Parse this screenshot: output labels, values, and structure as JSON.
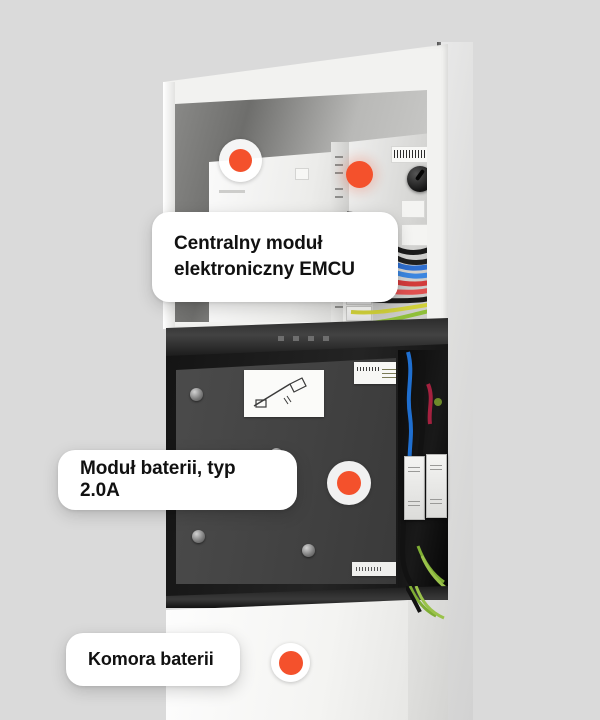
{
  "scene": {
    "background_color": "#dadada",
    "accent_color": "#f4512c",
    "pill_background": "#ffffff",
    "pill_text_color": "#111111"
  },
  "product": {
    "type": "battery-storage-cabinet",
    "sections": [
      {
        "name": "top-compartment",
        "description": "electronics cabinet"
      },
      {
        "name": "middle-compartment",
        "description": "battery module"
      },
      {
        "name": "bottom-compartment",
        "description": "battery chamber"
      }
    ]
  },
  "callouts": [
    {
      "id": "emcu",
      "line1": "Centralny moduł",
      "line2": "elektroniczny EMCU",
      "icon": "hotspot-icon"
    },
    {
      "id": "battery-module",
      "line1": "Moduł baterii, typ 2.0A",
      "icon": "hotspot-icon"
    },
    {
      "id": "battery-chamber",
      "line1": "Komora baterii",
      "icon": "hotspot-icon"
    }
  ],
  "hotspots": [
    {
      "id": "hotspot-emcu-panel",
      "style": "ringed"
    },
    {
      "id": "hotspot-emcu-wiring",
      "style": "plain"
    },
    {
      "id": "hotspot-battery-module",
      "style": "ringed"
    },
    {
      "id": "hotspot-battery-chamber",
      "style": "ringed"
    }
  ]
}
